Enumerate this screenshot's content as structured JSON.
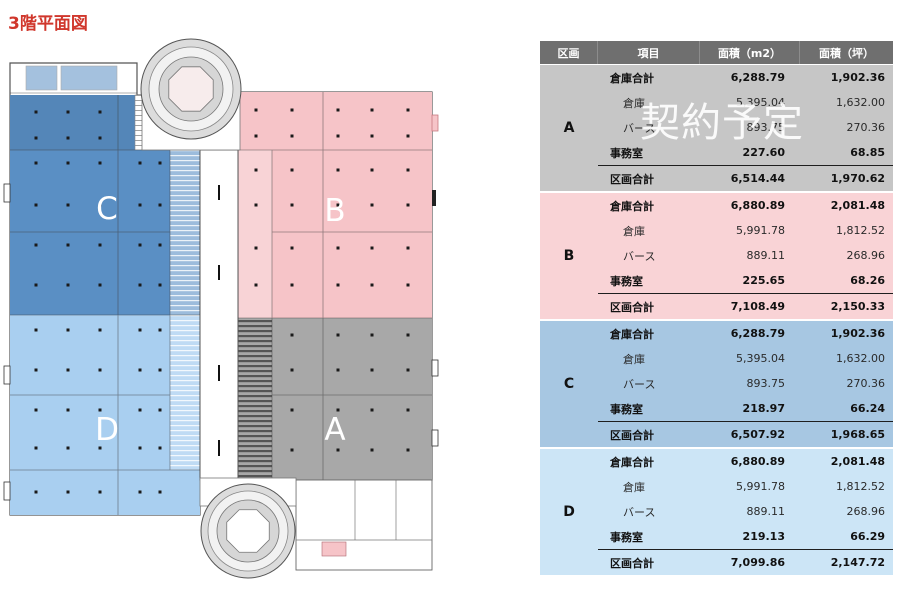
{
  "title": "3階平面図",
  "colors": {
    "title": "#d0372c",
    "table_header": "#6f6f6f"
  },
  "floor_plan": {
    "zone_labels": {
      "a": "A",
      "b": "B",
      "c": "C",
      "d": "D"
    },
    "zone_colors": {
      "a": "#a8a8a8",
      "b": "#f6c4c8",
      "c": "#5a8fc4",
      "d": "#a9cff0"
    }
  },
  "table": {
    "headers": {
      "zone": "区画",
      "item": "項目",
      "area_m2": "面積（m2）",
      "area_tsubo": "面積（坪）"
    },
    "watermark": "契約予定",
    "sections": [
      {
        "zone": "A",
        "color": "#c6c6c6",
        "rows": [
          {
            "item": "倉庫合計",
            "m2": "6,288.79",
            "tsubo": "1,902.36"
          },
          {
            "item": "倉庫",
            "m2": "5,395.04",
            "tsubo": "1,632.00"
          },
          {
            "item": "バース",
            "m2": "893.75",
            "tsubo": "270.36"
          },
          {
            "item": "事務室",
            "m2": "227.60",
            "tsubo": "68.85"
          },
          {
            "item": "区画合計",
            "m2": "6,514.44",
            "tsubo": "1,970.62"
          }
        ]
      },
      {
        "zone": "B",
        "color": "#f9d3d6",
        "rows": [
          {
            "item": "倉庫合計",
            "m2": "6,880.89",
            "tsubo": "2,081.48"
          },
          {
            "item": "倉庫",
            "m2": "5,991.78",
            "tsubo": "1,812.52"
          },
          {
            "item": "バース",
            "m2": "889.11",
            "tsubo": "268.96"
          },
          {
            "item": "事務室",
            "m2": "225.65",
            "tsubo": "68.26"
          },
          {
            "item": "区画合計",
            "m2": "7,108.49",
            "tsubo": "2,150.33"
          }
        ]
      },
      {
        "zone": "C",
        "color": "#a7c7e2",
        "rows": [
          {
            "item": "倉庫合計",
            "m2": "6,288.79",
            "tsubo": "1,902.36"
          },
          {
            "item": "倉庫",
            "m2": "5,395.04",
            "tsubo": "1,632.00"
          },
          {
            "item": "バース",
            "m2": "893.75",
            "tsubo": "270.36"
          },
          {
            "item": "事務室",
            "m2": "218.97",
            "tsubo": "66.24"
          },
          {
            "item": "区画合計",
            "m2": "6,507.92",
            "tsubo": "1,968.65"
          }
        ]
      },
      {
        "zone": "D",
        "color": "#cce5f6",
        "rows": [
          {
            "item": "倉庫合計",
            "m2": "6,880.89",
            "tsubo": "2,081.48"
          },
          {
            "item": "倉庫",
            "m2": "5,991.78",
            "tsubo": "1,812.52"
          },
          {
            "item": "バース",
            "m2": "889.11",
            "tsubo": "268.96"
          },
          {
            "item": "事務室",
            "m2": "219.13",
            "tsubo": "66.29"
          },
          {
            "item": "区画合計",
            "m2": "7,099.86",
            "tsubo": "2,147.72"
          }
        ]
      }
    ]
  }
}
